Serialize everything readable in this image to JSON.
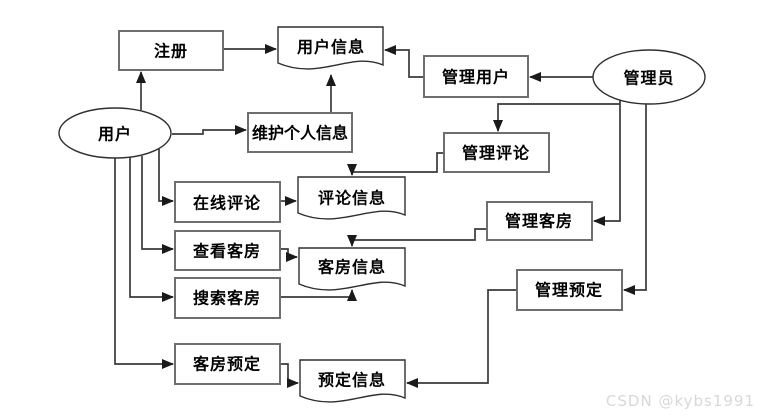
{
  "diagram": {
    "type": "data-flow-diagram",
    "nodes": {
      "user": "用户",
      "admin": "管理员",
      "register": "注册",
      "user_info": "用户信息",
      "manage_user": "管理用户",
      "maintain_profile": "维护个人信息",
      "manage_comment": "管理评论",
      "online_comment": "在线评论",
      "comment_info": "评论信息",
      "manage_room": "管理客房",
      "view_room": "查看客房",
      "room_info": "客房信息",
      "search_room": "搜索客房",
      "manage_booking": "管理预定",
      "room_booking": "客房预定",
      "booking_info": "预定信息"
    },
    "edges": [
      {
        "from": "注册",
        "to": "用户信息"
      },
      {
        "from": "用户",
        "to": "注册"
      },
      {
        "from": "用户",
        "to": "维护个人信息"
      },
      {
        "from": "维护个人信息",
        "to": "用户信息"
      },
      {
        "from": "管理用户",
        "to": "用户信息"
      },
      {
        "from": "管理员",
        "to": "管理用户"
      },
      {
        "from": "管理员",
        "to": "管理评论"
      },
      {
        "from": "管理员",
        "to": "管理客房"
      },
      {
        "from": "管理员",
        "to": "管理预定"
      },
      {
        "from": "管理评论",
        "to": "评论信息"
      },
      {
        "from": "在线评论",
        "to": "评论信息"
      },
      {
        "from": "管理客房",
        "to": "客房信息"
      },
      {
        "from": "查看客房",
        "to": "客房信息"
      },
      {
        "from": "搜索客房",
        "to": "客房信息"
      },
      {
        "from": "用户",
        "to": "在线评论"
      },
      {
        "from": "用户",
        "to": "查看客房"
      },
      {
        "from": "用户",
        "to": "搜索客房"
      },
      {
        "from": "用户",
        "to": "客房预定"
      },
      {
        "from": "客房预定",
        "to": "预定信息"
      },
      {
        "from": "管理预定",
        "to": "预定信息"
      }
    ],
    "watermark": "CSDN @kybs1991",
    "colors": {
      "background": "#ffffff",
      "box_border": "#6e6e6e",
      "line": "#3a3a3a",
      "text": "#000000",
      "watermark": "#d8d8d8"
    }
  }
}
